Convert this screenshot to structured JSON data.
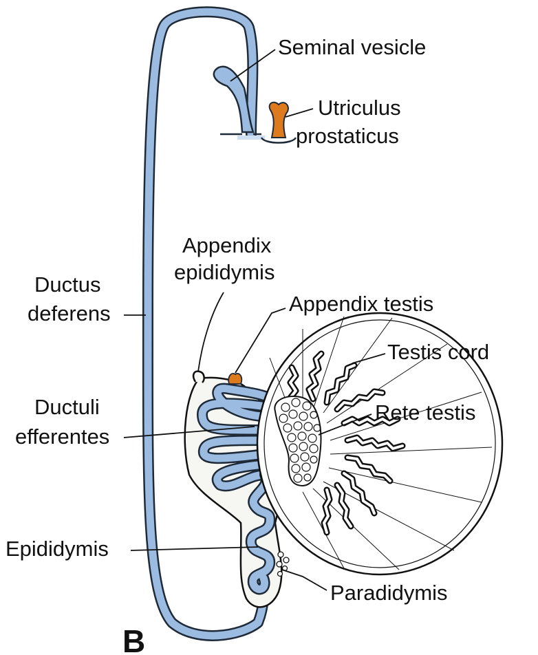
{
  "colors": {
    "duct_blue": "#9cbbe0",
    "duct_outline": "#1e2a38",
    "remnant_orange": "#de7a1e",
    "tissue_stipple": "#f6f7f3",
    "outline": "#111111"
  },
  "labels": {
    "seminal_vesicle": "Seminal vesicle",
    "utriculus_line1": "Utriculus",
    "utriculus_line2": "prostaticus",
    "appendix_epididymis_line1": "Appendix",
    "appendix_epididymis_line2": "epididymis",
    "ductus_deferens_line1": "Ductus",
    "ductus_deferens_line2": "deferens",
    "appendix_testis": "Appendix testis",
    "testis_cord": "Testis cord",
    "ductuli_efferentes_line1": "Ductuli",
    "ductuli_efferentes_line2": "efferentes",
    "rete_testis": "Rete testis",
    "epididymis": "Epididymis",
    "paradidymis": "Paradidymis"
  },
  "panel_letter": "B"
}
